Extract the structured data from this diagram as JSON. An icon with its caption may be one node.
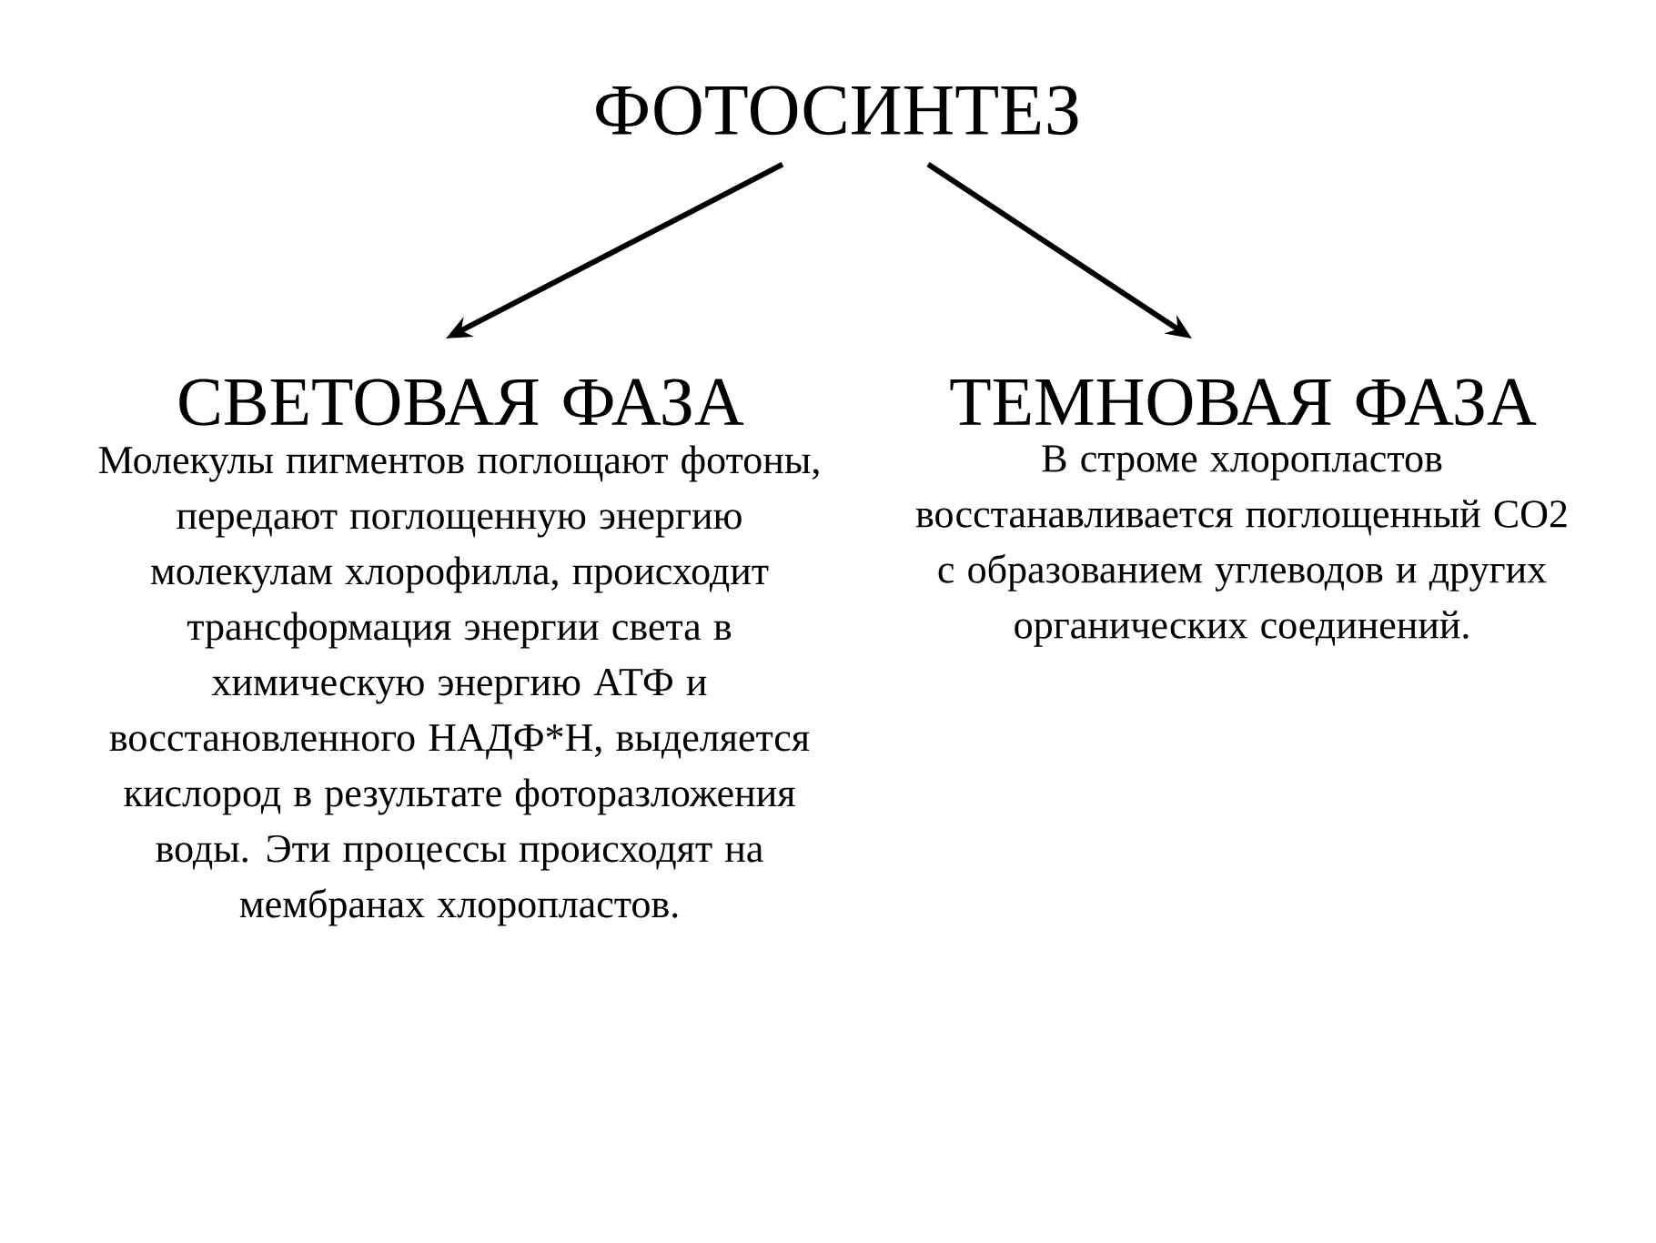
{
  "diagram": {
    "nodes": [
      {
        "text": [
          "ФОТОСИНТЕЗ"
        ]
      },
      {
        "text": [
          "СВЕТОВАЯ ФАЗА",
          "Молекулы пигментов поглощают фотоны, передают поглощенную энергию молекулам хлорофилла, происходит трансформация энергии света в химическую энергию АТФ и восстановленного НАДФ*Н, выделяется кислород в результате фоторазложения воды. Эти процессы происходят на мембранах хлоропластов."
        ]
      },
      {
        "text": [
          "ТЕМНОВАЯ ФАЗА",
          "В строме хлоропластов восстанавливается поглощенный СО2 с образованием углеводов и других органических соединений."
        ]
      }
    ],
    "edges": [
      {
        "from": 0,
        "to": 1,
        "arrow": "to"
      },
      {
        "from": 0,
        "to": 2,
        "arrow": "to"
      }
    ]
  }
}
